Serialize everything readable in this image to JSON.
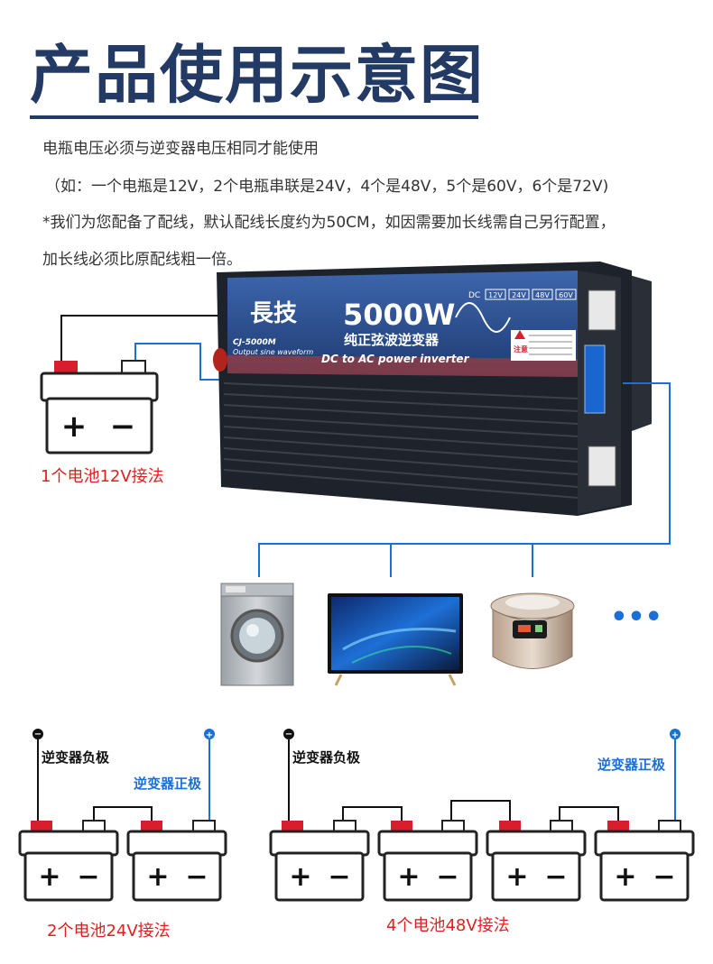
{
  "page": {
    "title": "产品使用示意图",
    "notes": [
      "电瓶电压必须与逆变器电压相同才能使用",
      "（如：一个电瓶是12V，2个电瓶串联是24V，4个是48V，5个是60V，6个是72V)",
      "*我们为您配备了配线，默认配线长度约为50CM，如因需要加长线需自己另行配置，",
      "加长线必须比原配线粗一倍。"
    ]
  },
  "inverter": {
    "brand": "長技",
    "model": "CJ-5000M",
    "subtitle": "Output sine waveform",
    "power": "5000W",
    "cn_name": "纯正弦波逆变器",
    "en_name": "DC to AC power inverter",
    "dc_label": "DC",
    "voltages": [
      "12V",
      "24V",
      "48V",
      "60V"
    ],
    "warning": "注意"
  },
  "appliances": [
    "washing-machine",
    "television",
    "rice-cooker"
  ],
  "more": "•••",
  "captions": {
    "one_battery": "1个电池12V接法",
    "two_battery": "2个电池24V接法",
    "four_battery": "4个电池48V接法"
  },
  "labels": {
    "neg_left": "逆变器负极",
    "pos_left": "逆变器正极",
    "neg_right": "逆变器负极",
    "pos_right": "逆变器正极"
  },
  "battery_symbols": {
    "plus": "+",
    "minus": "−"
  },
  "terminal_symbols": {
    "neg": "−",
    "pos": "+"
  },
  "colors": {
    "title": "#233a64",
    "wire_blue": "#1a6fd8",
    "caption_red": "#e02020",
    "terminal_red": "#d81e2c",
    "inverter_body": "#1e232b",
    "inverter_panel": "#2d4f8e"
  }
}
